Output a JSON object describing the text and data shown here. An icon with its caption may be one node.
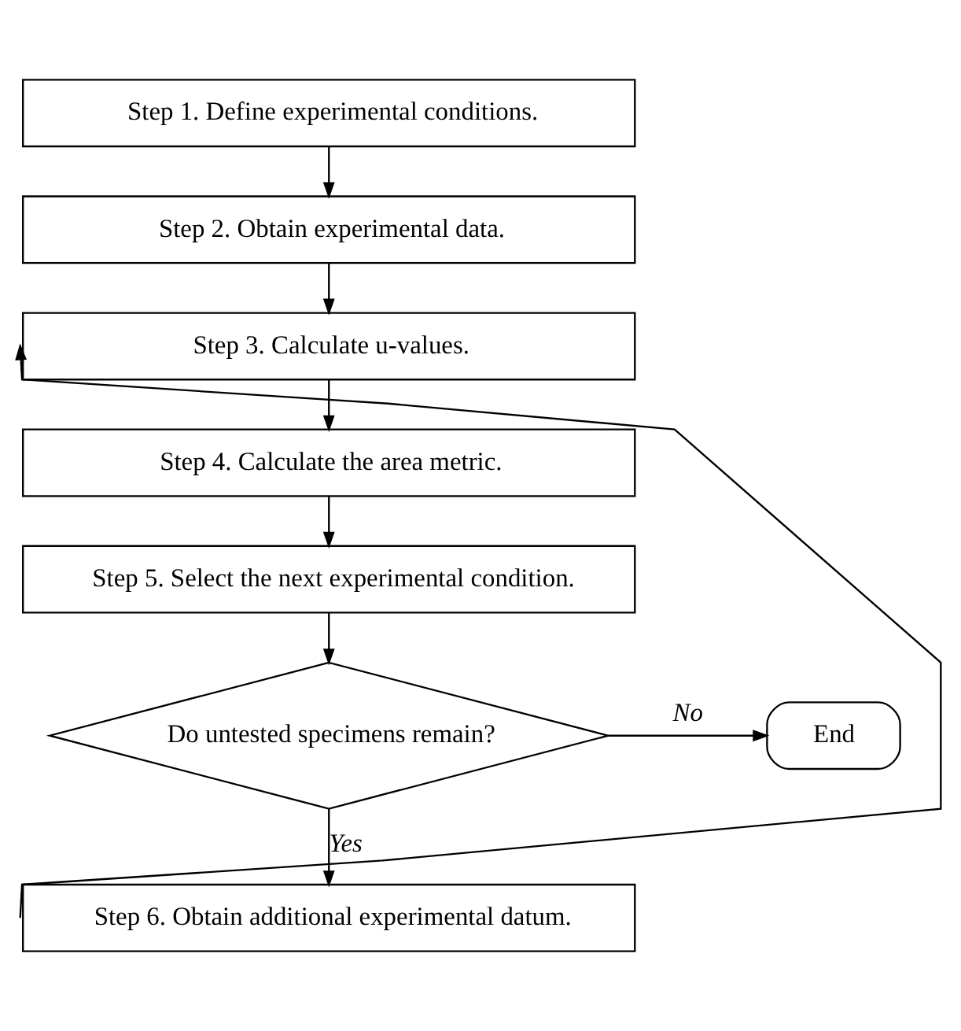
{
  "diagram": {
    "nodes": [
      {
        "text": [
          "Step 1. Define experimental conditions."
        ]
      },
      {
        "text": [
          "Step 2. Obtain experimental data."
        ]
      },
      {
        "text": [
          "Step 3. Calculate u-values."
        ]
      },
      {
        "text": [
          "Step 4. Calculate the area metric."
        ]
      },
      {
        "text": [
          "Step 5. Select the next experimental condition."
        ]
      },
      {
        "text": [
          "Do untested specimens remain?"
        ]
      },
      {
        "text": [
          "End"
        ]
      },
      {
        "text": [
          "Step 6. Obtain additional experimental datum."
        ]
      }
    ],
    "edges": [
      {
        "from": 0,
        "to": 1,
        "arrow": "to"
      },
      {
        "from": 1,
        "to": 2,
        "arrow": "to"
      },
      {
        "from": 2,
        "to": 3,
        "arrow": "to"
      },
      {
        "from": 3,
        "to": 4,
        "arrow": "to"
      },
      {
        "from": 4,
        "to": 5,
        "arrow": "to"
      },
      {
        "from": 5,
        "to": 6,
        "label": "No",
        "arrow": "to"
      },
      {
        "from": 5,
        "to": 7,
        "label": "Yes",
        "arrow": "to"
      },
      {
        "from": 7,
        "to": 2,
        "arrow": "to"
      }
    ]
  }
}
